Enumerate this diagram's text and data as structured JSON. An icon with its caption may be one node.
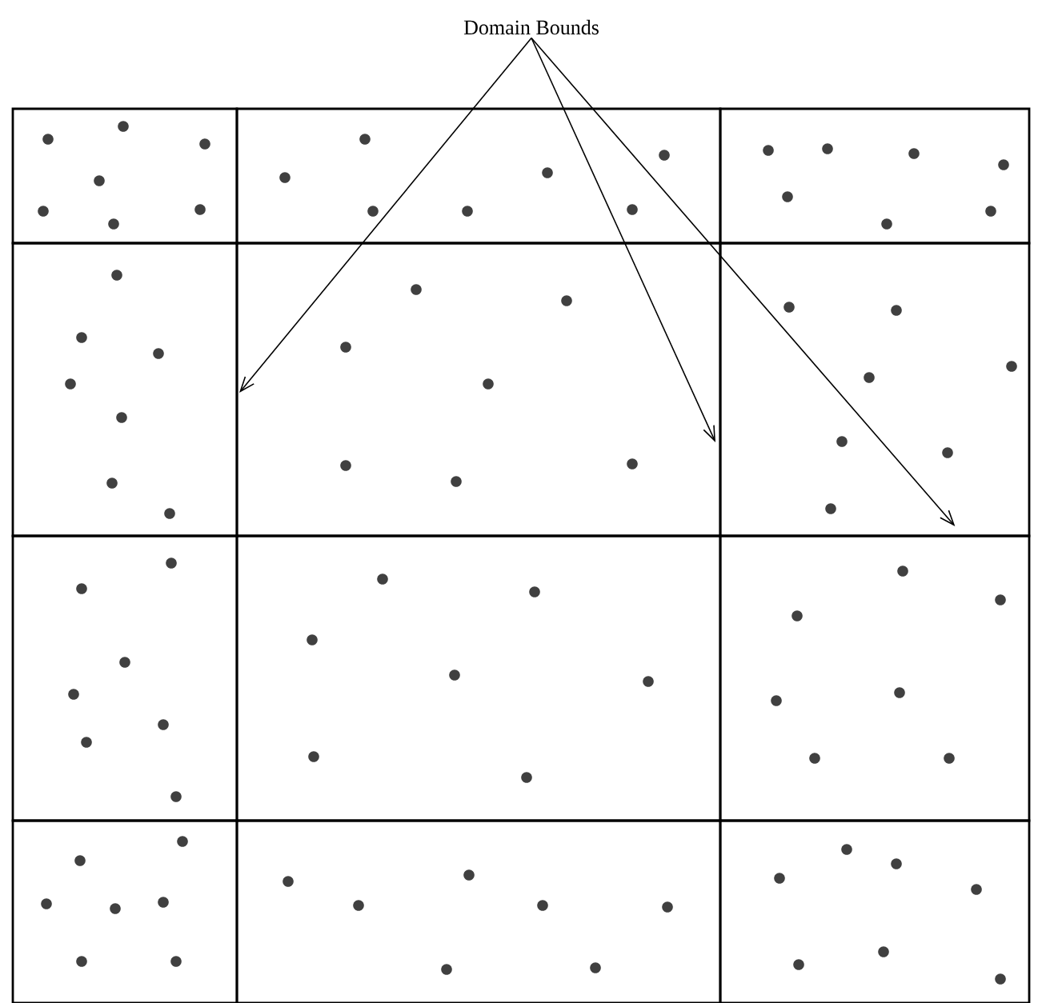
{
  "diagram": {
    "nodes": [
      {
        "text": [
          "Domain Bounds"
        ]
      },
      {
        "text": [],
        "shape": "box"
      },
      {
        "text": [],
        "shape": "box"
      },
      {
        "text": [],
        "shape": "box"
      },
      {
        "text": [],
        "shape": "box"
      },
      {
        "text": [],
        "shape": "box"
      },
      {
        "text": [],
        "shape": "box"
      },
      {
        "text": [],
        "shape": "box"
      },
      {
        "text": [],
        "shape": "box"
      },
      {
        "text": [],
        "shape": "box"
      },
      {
        "text": [],
        "shape": "box"
      },
      {
        "text": [],
        "shape": "box"
      },
      {
        "text": [],
        "shape": "box"
      }
    ],
    "edges": [
      {
        "from": 0,
        "to": 5,
        "arrow": "to"
      },
      {
        "from": 0,
        "to": 5,
        "arrow": "to"
      },
      {
        "from": 0,
        "to": 6,
        "arrow": "to"
      }
    ]
  }
}
